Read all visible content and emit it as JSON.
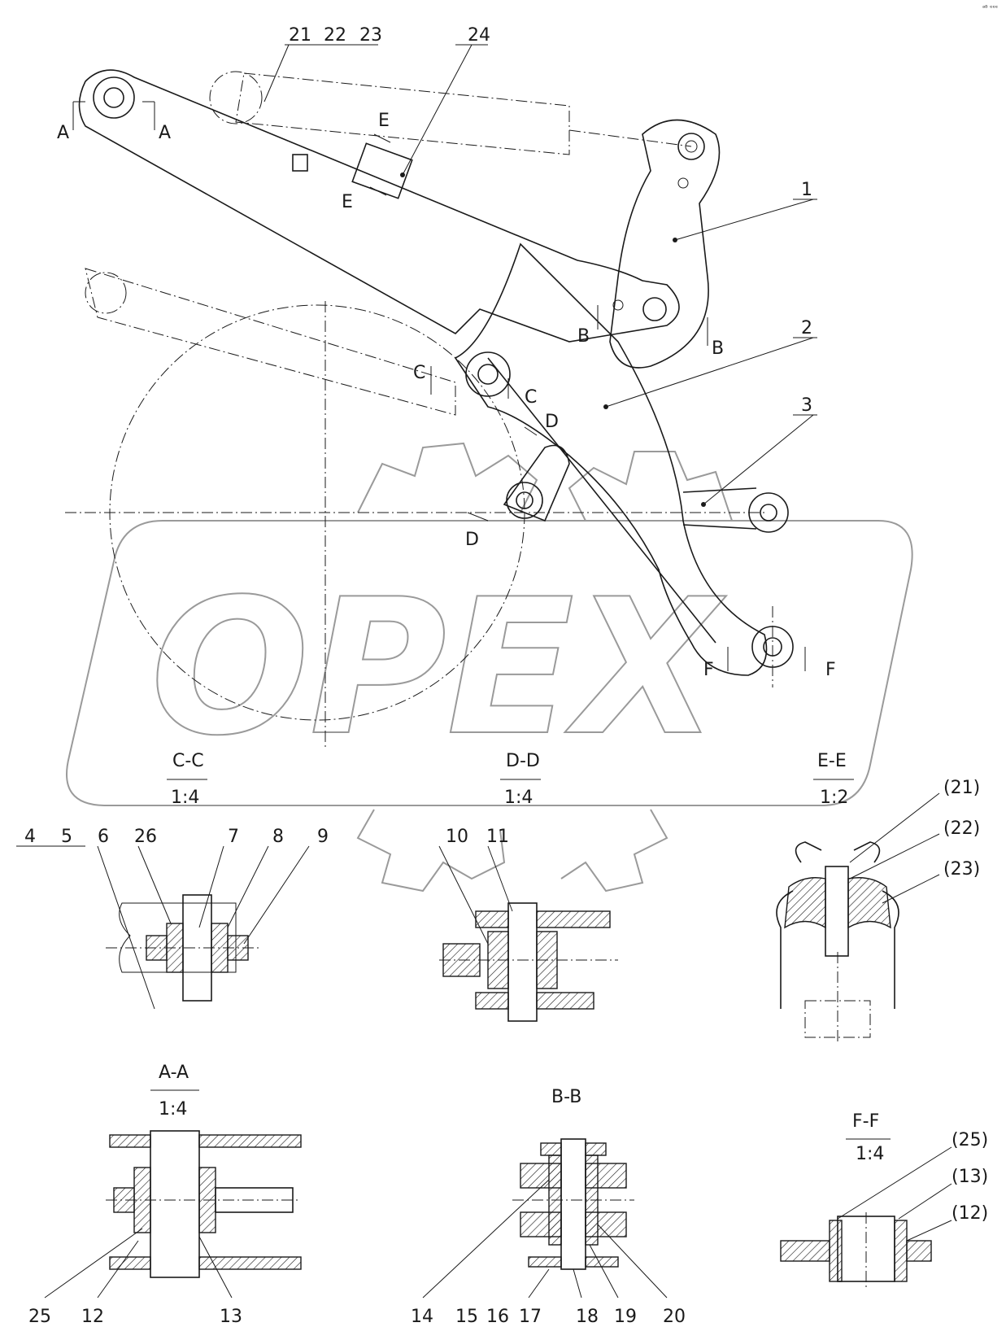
{
  "watermark": "OPEX",
  "corner_mark": "ᵃᴮ ᵉᵉᵉ",
  "part_numbers": [
    "1",
    "2",
    "3",
    "21",
    "22",
    "23",
    "24"
  ],
  "section_letters": {
    "a": "A",
    "b": "B",
    "c": "C",
    "d": "D",
    "e": "E",
    "f": "F"
  },
  "views": {
    "cc": {
      "title": "C-C",
      "scale": "1:4",
      "labels": [
        "4",
        "5",
        "6",
        "26",
        "7",
        "8",
        "9"
      ]
    },
    "dd": {
      "title": "D-D",
      "scale": "1:4",
      "labels": [
        "10",
        "11"
      ]
    },
    "ee": {
      "title": "E-E",
      "scale": "1:2",
      "labels": [
        "(21)",
        "(22)",
        "(23)"
      ]
    },
    "aa": {
      "title": "A-A",
      "scale": "1:4",
      "labels": [
        "25",
        "12",
        "13"
      ]
    },
    "bb": {
      "title": "B-B",
      "scale": "",
      "labels": [
        "14",
        "15",
        "16",
        "17",
        "18",
        "19",
        "20"
      ]
    },
    "ff": {
      "title": "F-F",
      "scale": "1:4",
      "labels": [
        "(25)",
        "(13)",
        "(12)"
      ]
    }
  }
}
